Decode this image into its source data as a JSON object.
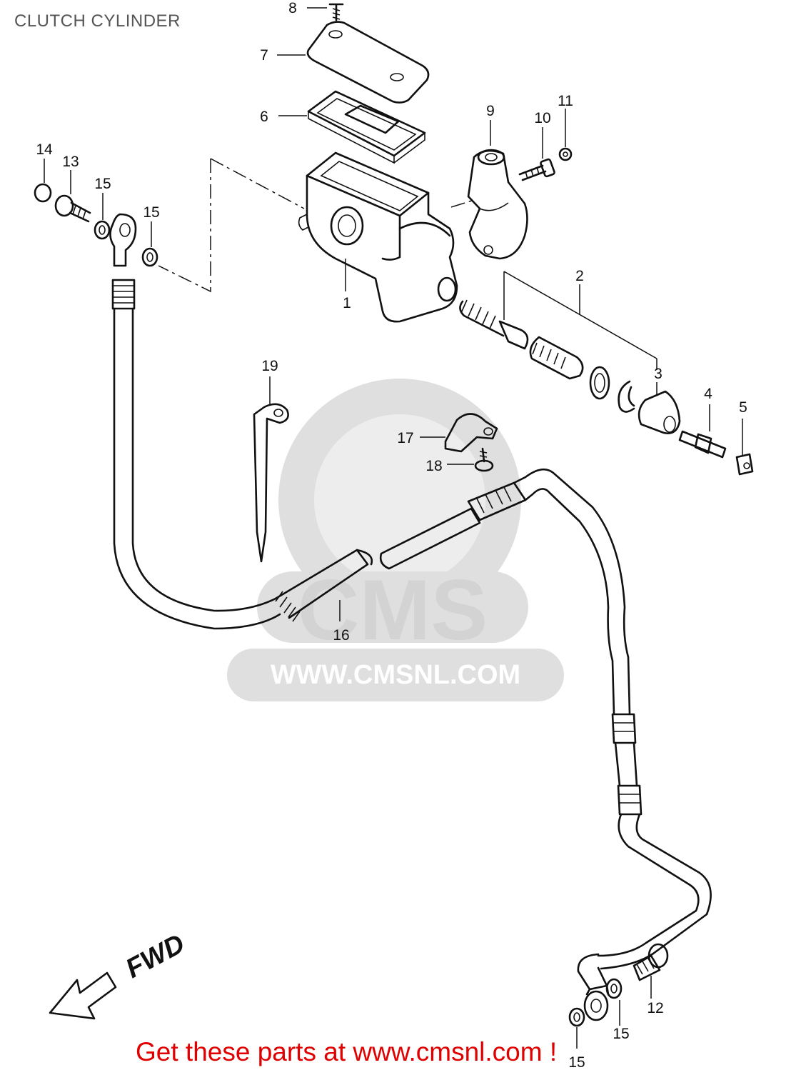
{
  "title": "CLUTCH CYLINDER",
  "footer": "Get these parts at www.cmsnl.com !",
  "watermark": {
    "logo": "CMS",
    "url": "WWW.CMSNL.COM"
  },
  "direction_label": "FWD",
  "colors": {
    "footer": "#e00000",
    "line": "#111111",
    "watermark": "#dcdcdc"
  },
  "callouts": [
    {
      "id": "c8",
      "label": "8"
    },
    {
      "id": "c7",
      "label": "7"
    },
    {
      "id": "c6",
      "label": "6"
    },
    {
      "id": "c9",
      "label": "9"
    },
    {
      "id": "c10",
      "label": "10"
    },
    {
      "id": "c11",
      "label": "11"
    },
    {
      "id": "c14",
      "label": "14"
    },
    {
      "id": "c13",
      "label": "13"
    },
    {
      "id": "c15a",
      "label": "15"
    },
    {
      "id": "c15b",
      "label": "15"
    },
    {
      "id": "c1",
      "label": "1"
    },
    {
      "id": "c2",
      "label": "2"
    },
    {
      "id": "c3",
      "label": "3"
    },
    {
      "id": "c4",
      "label": "4"
    },
    {
      "id": "c5",
      "label": "5"
    },
    {
      "id": "c19",
      "label": "19"
    },
    {
      "id": "c17",
      "label": "17"
    },
    {
      "id": "c18",
      "label": "18"
    },
    {
      "id": "c16",
      "label": "16"
    },
    {
      "id": "c12",
      "label": "12"
    },
    {
      "id": "c15c",
      "label": "15"
    },
    {
      "id": "c15d",
      "label": "15"
    }
  ]
}
